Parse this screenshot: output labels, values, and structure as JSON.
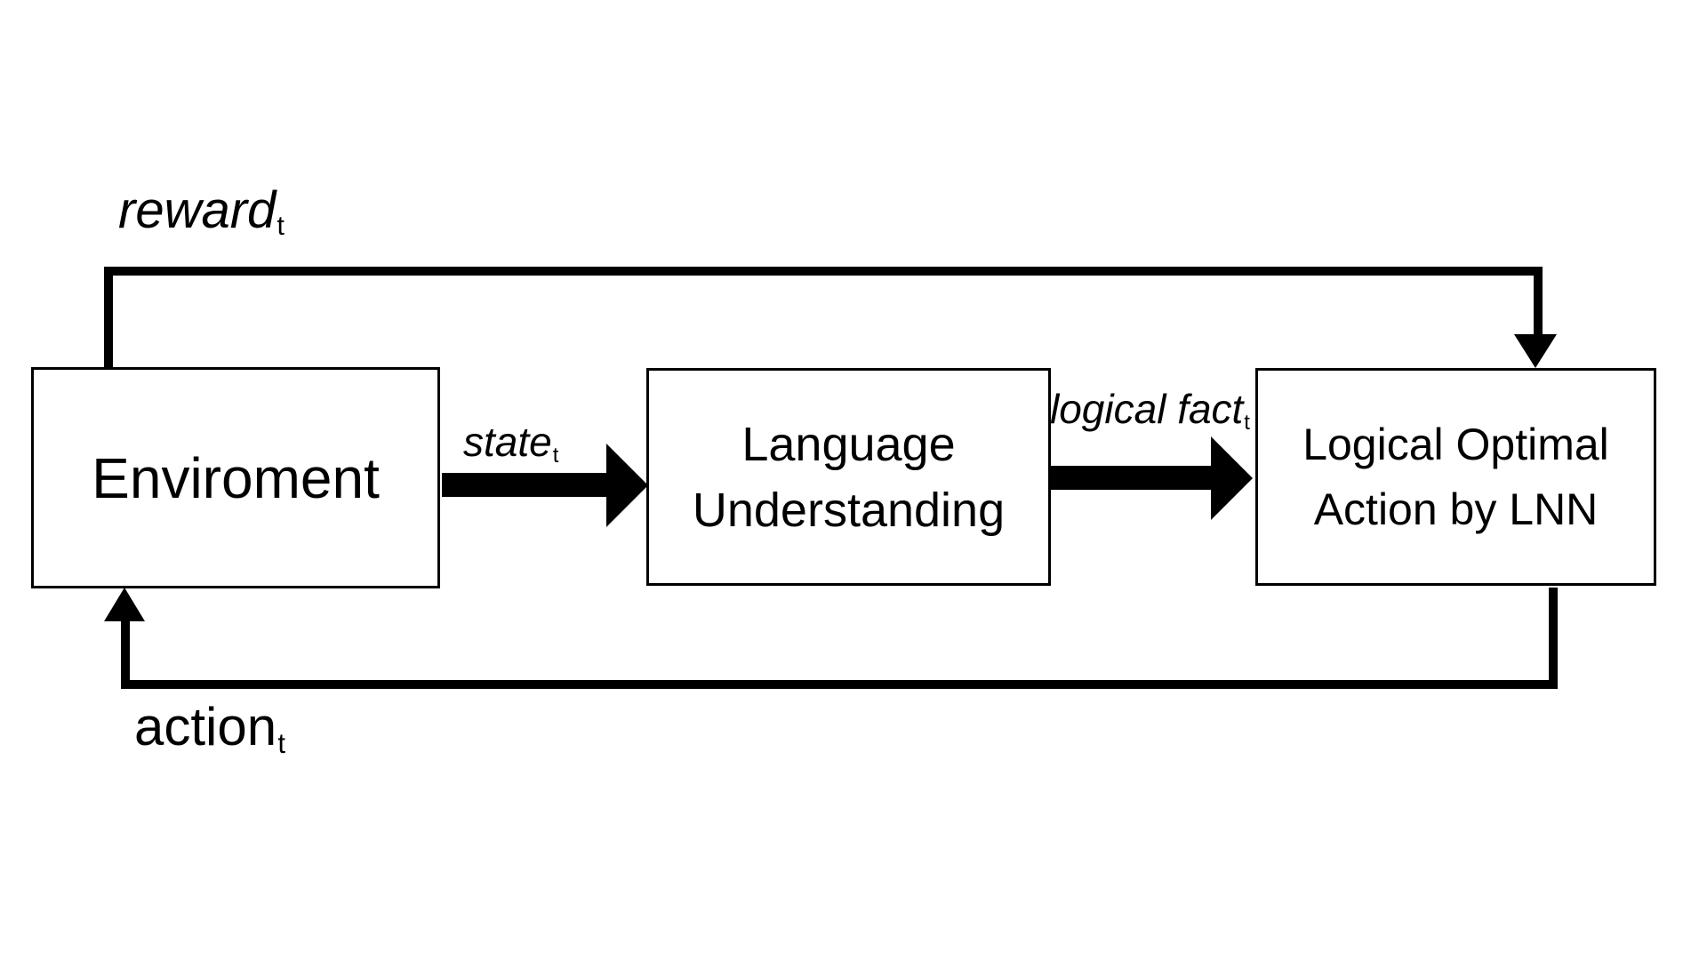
{
  "diagram": {
    "colors": {
      "background": "#ffffff",
      "line": "#000000",
      "text": "#000000"
    },
    "boxes": {
      "environment": {
        "label": "Enviroment"
      },
      "language_understanding": {
        "line1": "Language",
        "line2": "Understanding"
      },
      "lnn_action": {
        "line1": "Logical Optimal",
        "line2": "Action by LNN"
      }
    },
    "edge_labels": {
      "reward": {
        "text": "reward",
        "sub": "t"
      },
      "state": {
        "text": "state",
        "sub": "t"
      },
      "logical_fact": {
        "text": "logical fact",
        "sub": "t"
      },
      "action": {
        "text": "action",
        "sub": "t"
      }
    }
  }
}
